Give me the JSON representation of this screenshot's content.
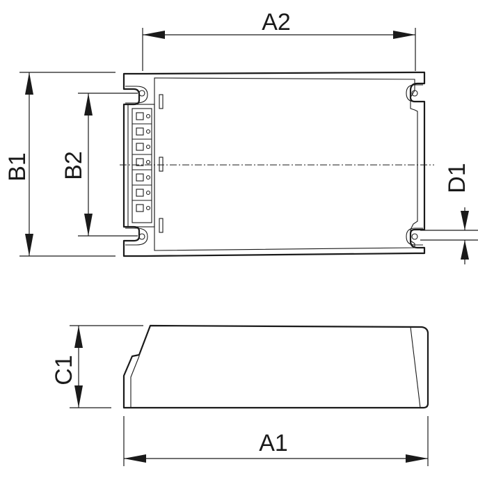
{
  "dimensions": {
    "a1": "A1",
    "a2": "A2",
    "b1": "B1",
    "b2": "B2",
    "c1": "C1",
    "d1": "D1"
  }
}
